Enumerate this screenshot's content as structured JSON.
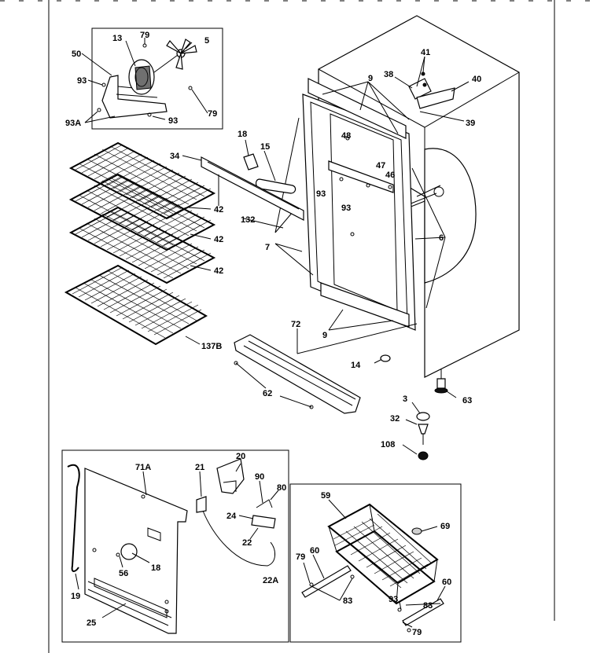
{
  "callouts": {
    "c79a": "79",
    "c5": "5",
    "c13": "13",
    "c50": "50",
    "c93a": "93",
    "c93b": "93",
    "c93A": "93A",
    "c79b": "79",
    "c41": "41",
    "c38": "38",
    "c40": "40",
    "c39": "39",
    "c9a": "9",
    "c18a": "18",
    "c15": "15",
    "c48": "48",
    "c34": "34",
    "c47": "47",
    "c46": "46",
    "c93c": "93",
    "c93d": "93",
    "c42a": "42",
    "c42b": "42",
    "c42c": "42",
    "c132": "132",
    "c7": "7",
    "c6": "6",
    "c137B": "137B",
    "c72": "72",
    "c9b": "9",
    "c14": "14",
    "c62": "62",
    "c3": "3",
    "c63": "63",
    "c32": "32",
    "c108": "108",
    "c71A": "71A",
    "c21": "21",
    "c20": "20",
    "c90": "90",
    "c80": "80",
    "c24": "24",
    "c22": "22",
    "c22A": "22A",
    "c56": "56",
    "c18b": "18",
    "c19": "19",
    "c25": "25",
    "c59": "59",
    "c69": "69",
    "c79c": "79",
    "c60a": "60",
    "c83a": "83",
    "c60b": "60",
    "c93e": "93",
    "c83b": "83",
    "c79d": "79"
  }
}
